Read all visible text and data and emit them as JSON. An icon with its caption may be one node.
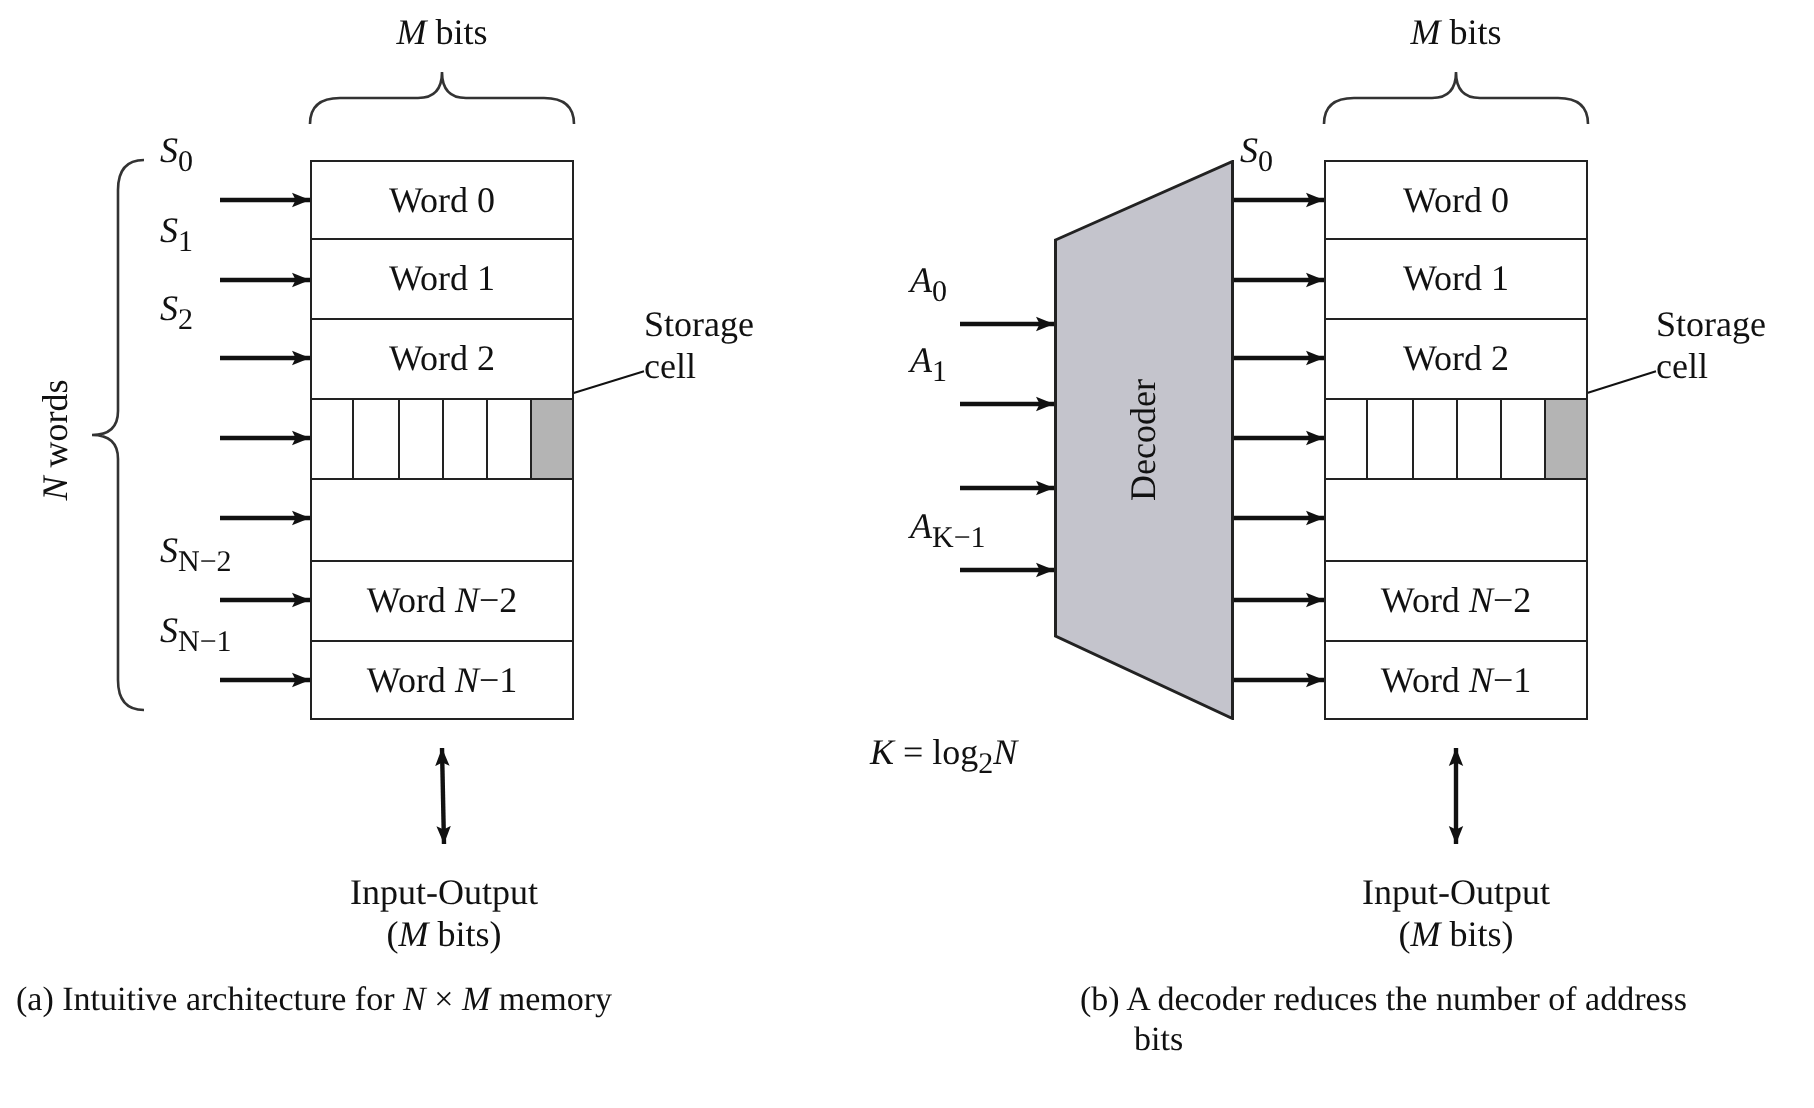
{
  "diagram": {
    "nodes": [
      {
        "text": [
          "Word 0"
        ]
      },
      {
        "text": [
          "Word 1"
        ]
      },
      {
        "text": [
          "Word 2"
        ]
      },
      {
        "text": [],
        "shape": "box"
      },
      {
        "text": [],
        "shape": "box"
      },
      {
        "text": [
          "Word *N*−2"
        ]
      },
      {
        "text": [
          "Word *N*−1"
        ]
      },
      {
        "text": [],
        "shape": "box",
        "in": 3
      },
      {
        "text": [
          "Storage cell"
        ]
      },
      {
        "text": [
          "Input-Output (*M* bits)"
        ]
      },
      {
        "text": [
          "Decoder"
        ]
      },
      {
        "text": [
          "Word 0"
        ]
      },
      {
        "text": [
          "Word 1"
        ]
      },
      {
        "text": [
          "Word 2"
        ]
      },
      {
        "text": [],
        "shape": "box"
      },
      {
        "text": [],
        "shape": "box"
      },
      {
        "text": [
          "Word *N*−2"
        ]
      },
      {
        "text": [
          "Word *N*−1"
        ]
      },
      {
        "text": [],
        "shape": "box",
        "in": 14
      },
      {
        "text": [
          "Storage cell"
        ]
      },
      {
        "text": [
          "Input-Output (*M* bits)"
        ]
      }
    ],
    "edges": [
      {
        "from": null,
        "to": 0,
        "arrow": "to",
        "label": "*S*$_{0}$"
      },
      {
        "from": null,
        "to": 1,
        "arrow": "to",
        "label": "*S*$_{1}$"
      },
      {
        "from": null,
        "to": 2,
        "arrow": "to",
        "label": "*S*$_{2}$"
      },
      {
        "from": null,
        "to": 3,
        "arrow": "to"
      },
      {
        "from": null,
        "to": 4,
        "arrow": "to"
      },
      {
        "from": null,
        "to": 5,
        "arrow": "to",
        "label": "*S*$_{N−2}$"
      },
      {
        "from": null,
        "to": 6,
        "arrow": "to",
        "label": "*S*$_{N−1}$"
      },
      {
        "from": 8,
        "to": 7,
        "arrow": "to"
      },
      {
        "from": 6,
        "to": 9,
        "arrow": "both"
      },
      {
        "from": null,
        "to": 10,
        "arrow": "to",
        "label": "*A*$_{0}$"
      },
      {
        "from": null,
        "to": 10,
        "arrow": "to",
        "label": "*A*$_{1}$"
      },
      {
        "from": null,
        "to": 10,
        "arrow": "to"
      },
      {
        "from": null,
        "to": 10,
        "arrow": "to",
        "label": "*A*$_{K−1}$"
      },
      {
        "from": 10,
        "to": 11,
        "arrow": "to",
        "label": "*S*$_{0}$"
      },
      {
        "from": 10,
        "to": 12,
        "arrow": "to"
      },
      {
        "from": 10,
        "to": 13,
        "arrow": "to"
      },
      {
        "from": 10,
        "to": 14,
        "arrow": "to"
      },
      {
        "from": 10,
        "to": 15,
        "arrow": "to"
      },
      {
        "from": 10,
        "to": 16,
        "arrow": "to"
      },
      {
        "from": 10,
        "to": 17,
        "arrow": "to"
      },
      {
        "from": 19,
        "to": 18,
        "arrow": "to"
      },
      {
        "from": 17,
        "to": 20,
        "arrow": "both"
      }
    ],
    "labels": [
      "*M* bits",
      "*N* words",
      "*M* bits",
      "*K* = log$_{2}$*N*",
      "(a) Intuitive architecture for *N* × *M* memory",
      "(b) A decoder reduces the number of address bits"
    ]
  }
}
